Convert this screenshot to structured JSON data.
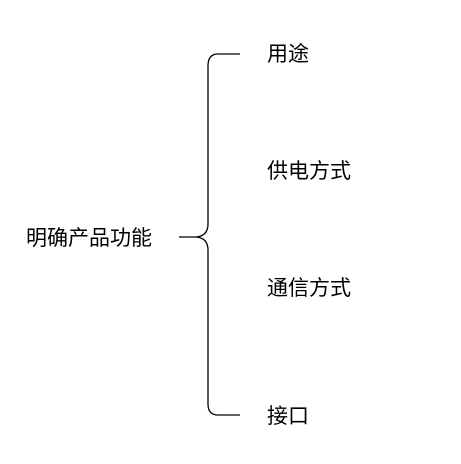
{
  "root": {
    "label": "明确产品功能"
  },
  "branches": [
    {
      "label": "用途"
    },
    {
      "label": "供电方式"
    },
    {
      "label": "通信方式"
    },
    {
      "label": "接口"
    }
  ],
  "colors": {
    "line": "#000000",
    "text": "#000000",
    "background": "#ffffff"
  }
}
